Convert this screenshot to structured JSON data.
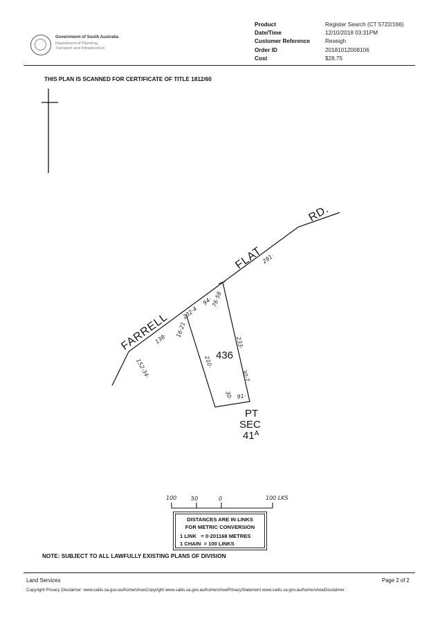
{
  "header": {
    "org_name": "Government of South Australia",
    "dept_line1": "Department of Planning,",
    "dept_line2": "Transport and Infrastructure",
    "meta": [
      {
        "label": "Product",
        "value": "Register Search (CT 5722/166)"
      },
      {
        "label": "Date/Time",
        "value": "12/10/2018 03:31PM"
      },
      {
        "label": "Customer Reference",
        "value": "Reseigh"
      },
      {
        "label": "Order ID",
        "value": "20181012008106"
      },
      {
        "label": "Cost",
        "value": "$28.75"
      }
    ]
  },
  "plan": {
    "title": "THIS PLAN IS SCANNED FOR CERTIFICATE OF TITLE 1812/60",
    "road_labels": [
      "FARRELL",
      "FLAT",
      "RD."
    ],
    "lot_number": "436",
    "section_lines": [
      "PT",
      "SEC",
      "41"
    ],
    "section_superscript": "A",
    "dimensions": [
      "232·4",
      "94·",
      "76·58",
      "291·",
      "138·",
      "16·21",
      "233·",
      "210·",
      "152·34·",
      "30·7",
      "30·",
      "91·"
    ],
    "scale_labels": [
      "100",
      "50",
      "0",
      "100 LKS"
    ]
  },
  "conversion": {
    "line1": "DISTANCES ARE IN LINKS",
    "line2": "FOR METRIC CONVERSION",
    "line3": "1 LINK   = 0·201168 METRES",
    "line4": "1 CHAIN  = 100 LINKS"
  },
  "note": "NOTE: SUBJECT TO ALL LAWFULLY EXISTING PLANS OF DIVISION",
  "footer": {
    "left": "Land Services",
    "right": "Page 2 of 2",
    "disclaimer": "Copyright Privacy Disclaimer: www.sailis.sa.gov.au/home/showCopyright www.sailis.sa.gov.au/home/showPrivacyStatement www.sailis.sa.gov.au/home/showDisclaimer"
  }
}
